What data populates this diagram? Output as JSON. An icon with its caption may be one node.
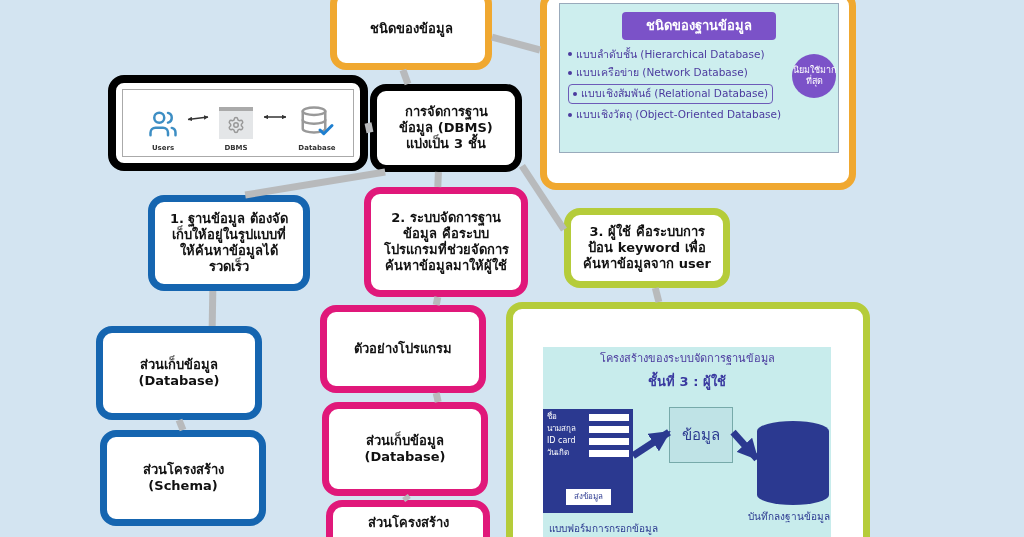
{
  "diagram": {
    "nodes": [
      {
        "text": [
          "ชนิดของข้อมูล"
        ]
      },
      {
        "text": [
          "ชนิดของฐานข้อมูล",
          "แบบลำดับชั้น (Hierarchical Database)",
          "แบบเครือข่าย (Network Database)",
          "แบบเชิงสัมพันธ์ (Relational Database)",
          "แบบเชิงวัตถุ (Object-Oriented Database)",
          "นิยมใช้มากที่สุด"
        ]
      },
      {
        "text": [],
        "shape": "picture"
      },
      {
        "text": [
          "Users"
        ],
        "in": 2
      },
      {
        "text": [
          "DBMS"
        ],
        "in": 2
      },
      {
        "text": [
          "Database"
        ],
        "in": 2
      },
      {
        "text": [
          "การจัดการฐานข้อมูล (DBMS) แบ่งเป็น 3 ชั้น"
        ]
      },
      {
        "text": [
          "1. ฐานข้อมูล ต้องจัดเก็บให้อยู่ในรูปแบบที่ให้ค้นหาข้อมูลได้รวดเร็ว"
        ]
      },
      {
        "text": [
          "2. ระบบจัดการฐานข้อมูล คือระบบโปรแกรมที่ช่วยจัดการค้นหาข้อมูลมาให้ผู้ใช้"
        ]
      },
      {
        "text": [
          "3. ผู้ใช้ คือระบบการป้อน keyword เพื่อค้นหาข้อมูลจาก user"
        ]
      },
      {
        "text": [
          "ส่วนเก็บข้อมูล (Database)"
        ]
      },
      {
        "text": [
          "ตัวอย่างโปรแกรม"
        ]
      },
      {
        "text": [
          "โครงสร้างของระบบจัดการฐานข้อมูล",
          "ชั้นที่ 3 : ผู้ใช้"
        ]
      },
      {
        "text": [
          "ชื่อ",
          "นามสกุล",
          "ID card",
          "วันเกิด",
          "ส่งข้อมูล"
        ],
        "in": 12,
        "beside": [
          "แบบฟอร์มการกรอกข้อมูล"
        ]
      },
      {
        "text": [
          "ข้อมูล"
        ],
        "in": 12
      },
      {
        "text": [],
        "shape": "cylinder",
        "in": 12,
        "beside": [
          "บันทึกลงฐานข้อมูล"
        ]
      },
      {
        "text": [
          "ส่วนเก็บข้อมูล (Database)"
        ]
      },
      {
        "text": [
          "ส่วนโครงสร้าง (Schema)"
        ]
      },
      {
        "text": [
          "ส่วนโครงสร้าง"
        ]
      }
    ],
    "edges": [
      {
        "from": 6,
        "to": 0,
        "arrow": "none"
      },
      {
        "from": 0,
        "to": 1,
        "arrow": "none"
      },
      {
        "from": 6,
        "to": 2,
        "arrow": "none"
      },
      {
        "from": 6,
        "to": 7,
        "arrow": "none"
      },
      {
        "from": 6,
        "to": 8,
        "arrow": "none"
      },
      {
        "from": 6,
        "to": 9,
        "arrow": "none"
      },
      {
        "from": 7,
        "to": 10,
        "arrow": "none"
      },
      {
        "from": 10,
        "to": 17,
        "arrow": "none"
      },
      {
        "from": 8,
        "to": 11,
        "arrow": "none"
      },
      {
        "from": 11,
        "to": 16,
        "arrow": "none"
      },
      {
        "from": 16,
        "to": 18,
        "arrow": "none"
      },
      {
        "from": 9,
        "to": 12,
        "arrow": "none"
      },
      {
        "from": 3,
        "to": 4,
        "arrow": "both",
        "color": "#333333"
      },
      {
        "from": 4,
        "to": 5,
        "arrow": "both",
        "color": "#333333"
      },
      {
        "from": 13,
        "to": 14,
        "arrow": "to",
        "color": "#2b3990"
      },
      {
        "from": 14,
        "to": 15,
        "arrow": "to",
        "color": "#2b3990"
      }
    ]
  }
}
